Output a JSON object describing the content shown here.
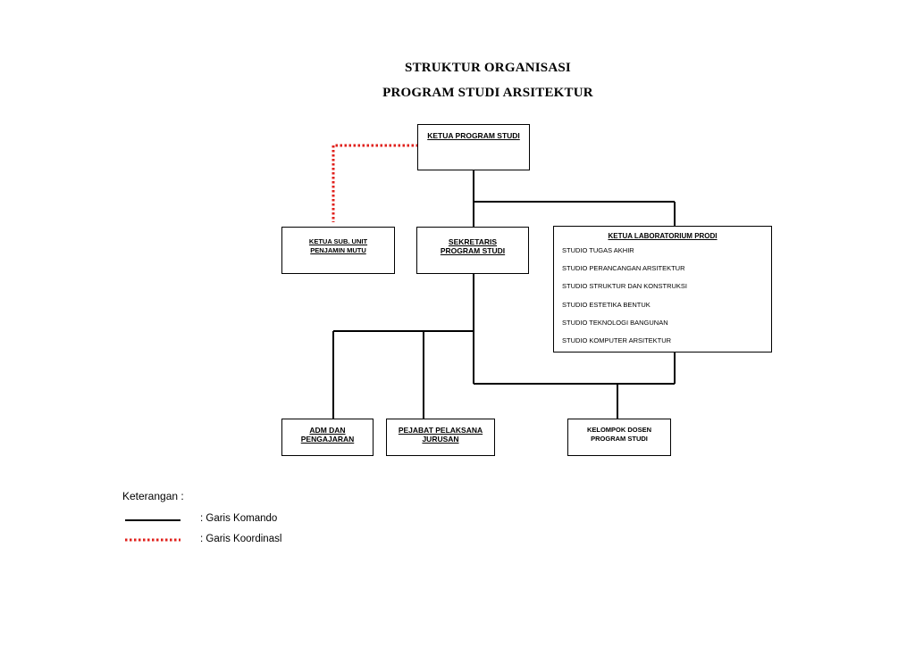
{
  "title": {
    "line1": "STRUKTUR ORGANISASI",
    "line2": "PROGRAM STUDI ARSITEKTUR"
  },
  "boxes": {
    "ketua_prodi": "KETUA PROGRAM STUDI",
    "penjamin_mutu": "KETUA SUB. UNIT PENJAMIN MUTU",
    "sekretaris": "SEKRETARIS PROGRAM STUDI",
    "lab": {
      "title": "KETUA LABORATORIUM PRODI",
      "items": [
        "STUDIO TUGAS AKHIR",
        "STUDIO PERANCANGAN ARSITEKTUR",
        "STUDIO STRUKTUR DAN KONSTRUKSI",
        "STUDIO ESTETIKA BENTUK",
        "STUDIO TEKNOLOGI BANGUNAN",
        "STUDIO KOMPUTER ARSITEKTUR"
      ]
    },
    "adm": "ADM DAN PENGAJARAN",
    "pejabat": "PEJABAT PELAKSANA JURUSAN",
    "kelompok_dosen": "KELOMPOK DOSEN PROGRAM STUDI"
  },
  "legend": {
    "title": "Keterangan :",
    "komando": ": Garis Komando",
    "koordinasi": ": Garis Koordinasl",
    "komando_color": "#000000",
    "koordinasi_color": "#e0201b"
  }
}
